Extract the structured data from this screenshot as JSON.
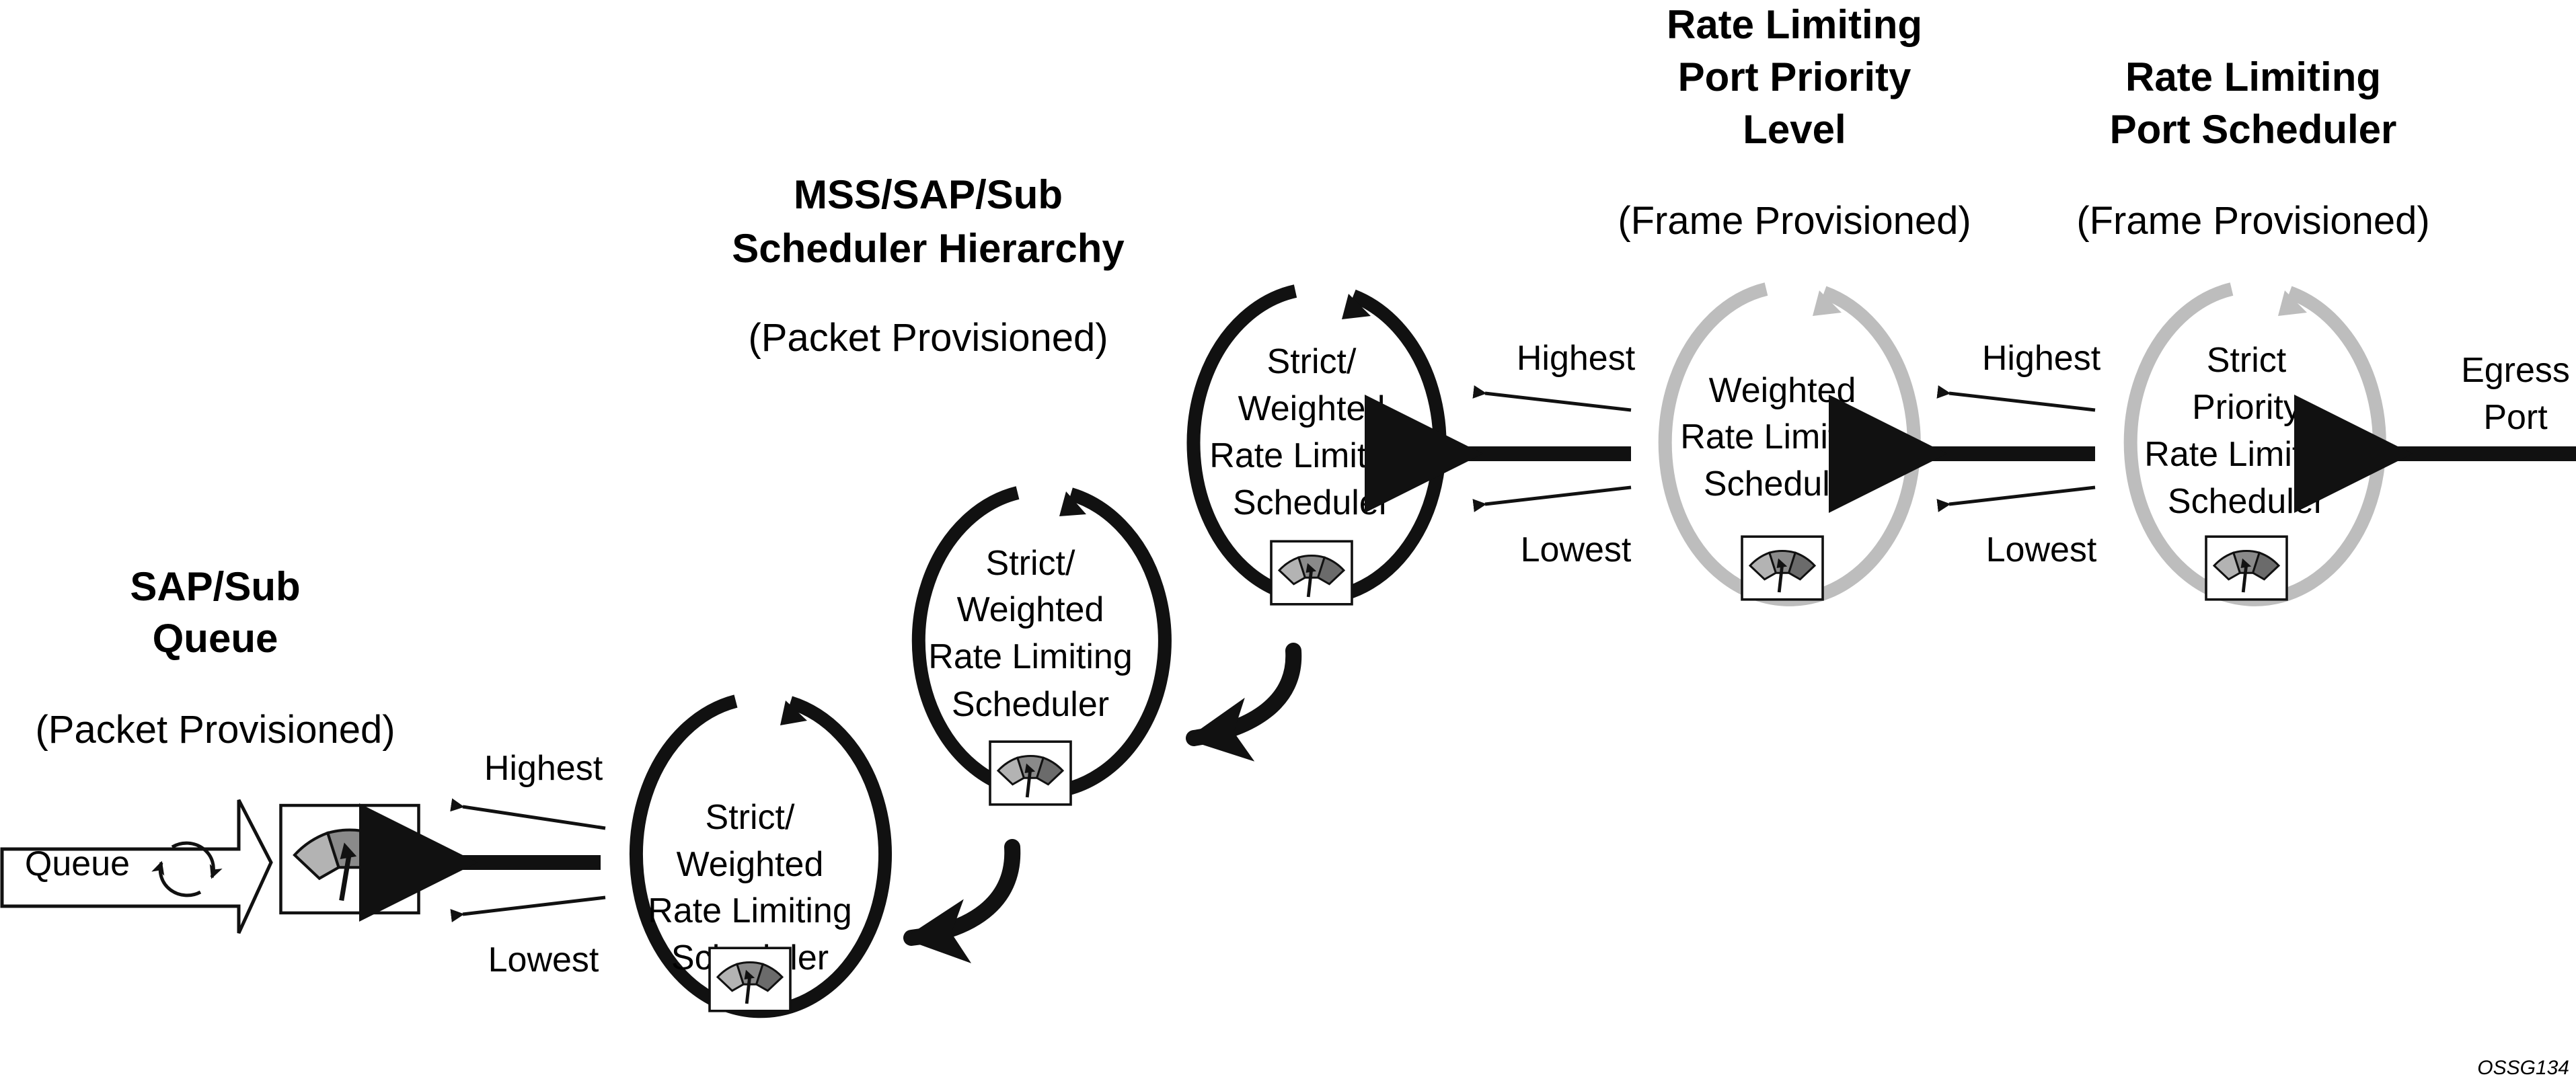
{
  "headers": {
    "sap_title": [
      "SAP/Sub",
      "Queue"
    ],
    "sap_sub": "(Packet Provisioned)",
    "mss_title": [
      "MSS/SAP/Sub",
      "Scheduler Hierarchy"
    ],
    "mss_sub": "(Packet Provisioned)",
    "ppl_title": [
      "Rate Limiting",
      "Port Priority",
      "Level"
    ],
    "ppl_sub": "(Frame Provisioned)",
    "ps_title": [
      "Rate Limiting",
      "Port Scheduler"
    ],
    "ps_sub": "(Frame Provisioned)"
  },
  "queue": {
    "label": "Queue"
  },
  "schedulers": {
    "sched1": [
      "Strict/",
      "Weighted",
      "Rate Limiting",
      "Scheduler"
    ],
    "sched2": [
      "Strict/",
      "Weighted",
      "Rate Limiting",
      "Scheduler"
    ],
    "sched3": [
      "Strict/",
      "Weighted",
      "Rate Limiting",
      "Scheduler"
    ],
    "ppl": [
      "Weighted",
      "Rate Limiting",
      "Scheduler"
    ],
    "ps": [
      "Strict",
      "Priority",
      "Rate Limiting",
      "Scheduler"
    ]
  },
  "priority": {
    "highest": "Highest",
    "lowest": "Lowest"
  },
  "egress": [
    "Egress",
    "Port"
  ],
  "figure_id": "OSSG134",
  "colors": {
    "ink": "#111111",
    "light_ring": "#bdbdbd",
    "gauge_light": "#b3b3b3",
    "gauge_mid": "#8a8a8a",
    "gauge_dark": "#6b6b6b"
  }
}
